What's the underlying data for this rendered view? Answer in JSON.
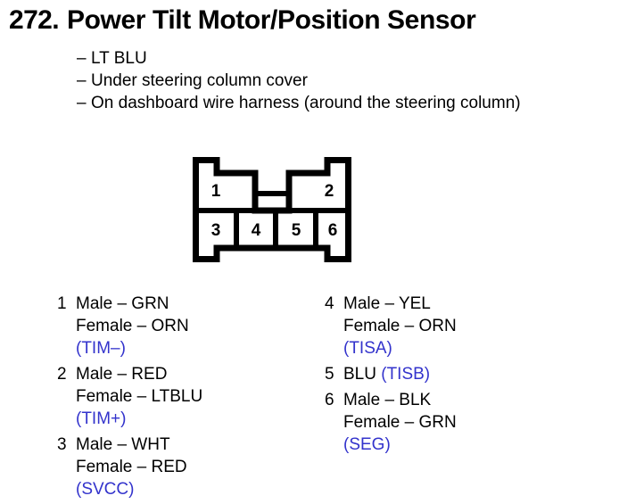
{
  "page": {
    "number": "272.",
    "title": "Power Tilt Motor/Position Sensor",
    "accent_blue": "#3333cc",
    "ink": "#000000",
    "background": "#ffffff"
  },
  "description": {
    "dash": "–",
    "lines": [
      "LT BLU",
      "Under steering column cover",
      "On dashboard wire harness (around the steering column)"
    ]
  },
  "connector": {
    "name": "6-pin connector outline",
    "rows": [
      {
        "pins": [
          "1",
          "2"
        ]
      },
      {
        "pins": [
          "3",
          "4",
          "5",
          "6"
        ]
      }
    ],
    "pin_labels": [
      "1",
      "2",
      "3",
      "4",
      "5",
      "6"
    ]
  },
  "legend": {
    "left_column": [
      {
        "index": "1",
        "lines": [
          "Male – GRN",
          "Female – ORN"
        ],
        "code": "(TIM–)",
        "code_inline": false
      },
      {
        "index": "2",
        "lines": [
          "Male – RED",
          "Female – LTBLU"
        ],
        "code": "(TIM+)",
        "code_inline": false
      },
      {
        "index": "3",
        "lines": [
          "Male – WHT",
          "Female – RED"
        ],
        "code": "(SVCC)",
        "code_inline": false
      }
    ],
    "right_column": [
      {
        "index": "4",
        "lines": [
          "Male – YEL",
          "Female – ORN"
        ],
        "code": "(TISA)",
        "code_inline": false
      },
      {
        "index": "5",
        "lines": [
          "BLU"
        ],
        "code": "(TISB)",
        "code_inline": true
      },
      {
        "index": "6",
        "lines": [
          "Male – BLK",
          "Female – GRN"
        ],
        "code": "(SEG)",
        "code_inline": false
      }
    ]
  }
}
